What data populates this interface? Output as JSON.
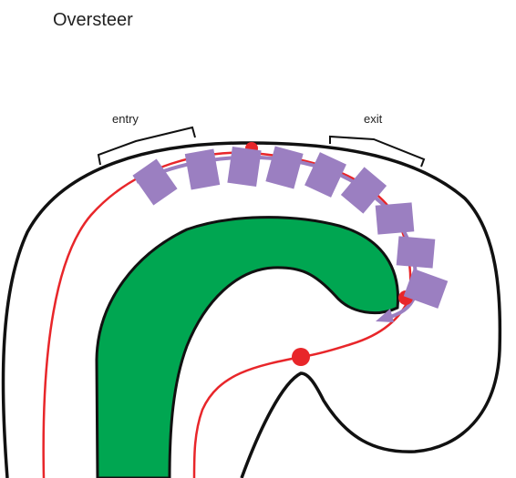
{
  "title": "Oversteer",
  "labels": {
    "entry": "entry",
    "exit": "exit"
  },
  "colors": {
    "track_outline": "#111111",
    "infield": "#00a651",
    "racing_line": "#e8262a",
    "apex_marker": "#e8262a",
    "car": "#9b7fc1",
    "car_path": "#9b7fc1"
  }
}
